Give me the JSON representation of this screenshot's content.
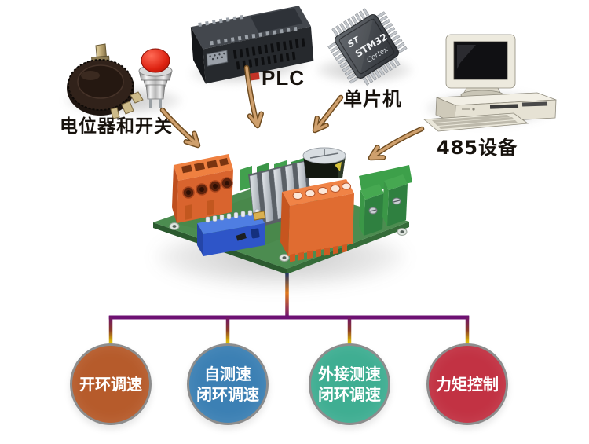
{
  "inputs": {
    "pot_switch": {
      "label": "电位器和开关"
    },
    "plc": {
      "label": "PLC"
    },
    "mcu": {
      "label": "单片机",
      "chip": {
        "logo": "ST",
        "name": "STM32",
        "core": "Cortex"
      }
    },
    "rs485": {
      "label": "485设备"
    }
  },
  "modes": [
    {
      "id": "open-loop-speed",
      "line1": "开环调速",
      "line2": "",
      "color": "#b65b2b"
    },
    {
      "id": "self-tacho-closed-loop",
      "line1": "自测速",
      "line2": "闭环调速",
      "color": "#3c80b4"
    },
    {
      "id": "external-tacho-closed-loop",
      "line1": "外接测速",
      "line2": "闭环调速",
      "color": "#3fae92"
    },
    {
      "id": "torque-control",
      "line1": "力矩控制",
      "line2": "",
      "color": "#c23243"
    }
  ],
  "connector": {
    "stem_top": "#1b3566",
    "stem_mid": "#e0791c",
    "purple": "#6d1173",
    "mid_red": "#8a3a28",
    "yellow": "#eed600",
    "circle_border": "#8d8d8d"
  },
  "arrow_color": "#cfa06d"
}
